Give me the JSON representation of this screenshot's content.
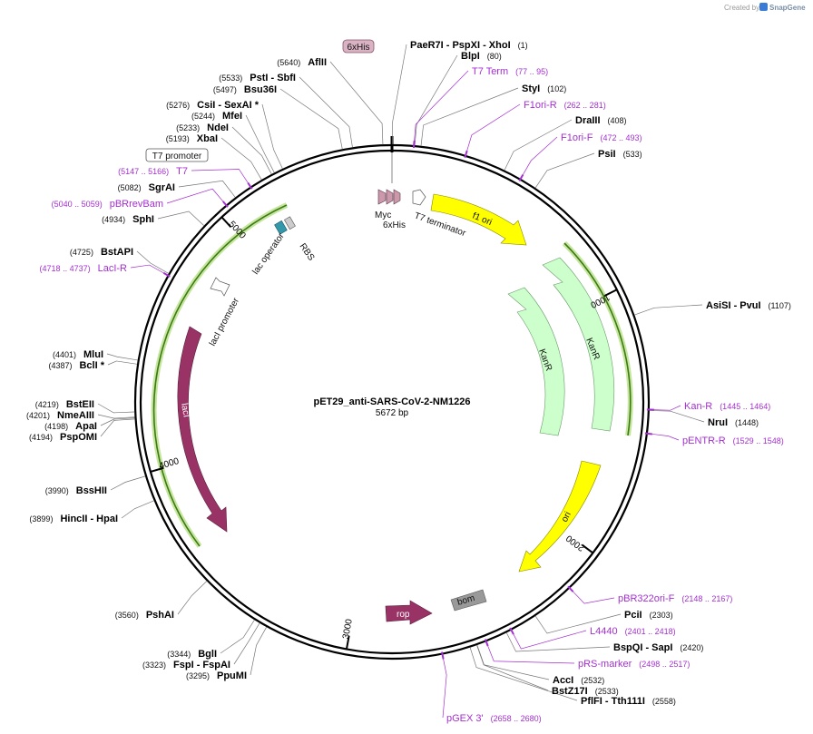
{
  "credit": {
    "prefix": "Created by",
    "brand": "SnapGene"
  },
  "plasmid": {
    "name": "pET29_anti-SARS-CoV-2-NM1226",
    "length": "5672 bp",
    "length_bp": 5672
  },
  "ticks": [
    "1000",
    "2000",
    "3000",
    "4000",
    "5000"
  ],
  "enzymes": [
    {
      "pos": "(1)",
      "name": "PaeR7I - PspXI - XhoI"
    },
    {
      "pos": "(80)",
      "name": "BlpI"
    },
    {
      "pos": "(102)",
      "name": "StyI"
    },
    {
      "pos": "(408)",
      "name": "DraIII"
    },
    {
      "pos": "(533)",
      "name": "PsiI"
    },
    {
      "pos": "(1107)",
      "name": "AsiSI - PvuI"
    },
    {
      "pos": "(1448)",
      "name": "NruI"
    },
    {
      "pos": "(2303)",
      "name": "PciI"
    },
    {
      "pos": "(2420)",
      "name": "BspQI - SapI"
    },
    {
      "pos": "(2532)",
      "name": "AccI"
    },
    {
      "pos": "(2533)",
      "name": "BstZ17I"
    },
    {
      "pos": "(2558)",
      "name": "PflFI - Tth111I"
    },
    {
      "pos": "(3295)",
      "name": "PpuMI"
    },
    {
      "pos": "(3323)",
      "name": "FspI - FspAI"
    },
    {
      "pos": "(3344)",
      "name": "BglI"
    },
    {
      "pos": "(3560)",
      "name": "PshAI"
    },
    {
      "pos": "(3899)",
      "name": "HincII - HpaI"
    },
    {
      "pos": "(3990)",
      "name": "BssHII"
    },
    {
      "pos": "(4194)",
      "name": "PspOMI"
    },
    {
      "pos": "(4198)",
      "name": "ApaI"
    },
    {
      "pos": "(4201)",
      "name": "NmeAIII"
    },
    {
      "pos": "(4219)",
      "name": "BstEII"
    },
    {
      "pos": "(4387)",
      "name": "BclI *"
    },
    {
      "pos": "(4401)",
      "name": "MluI"
    },
    {
      "pos": "(4725)",
      "name": "BstAPI"
    },
    {
      "pos": "(4934)",
      "name": "SphI"
    },
    {
      "pos": "(5082)",
      "name": "SgrAI"
    },
    {
      "pos": "(5193)",
      "name": "XbaI"
    },
    {
      "pos": "(5233)",
      "name": "NdeI"
    },
    {
      "pos": "(5244)",
      "name": "MfeI"
    },
    {
      "pos": "(5276)",
      "name": "CsiI - SexAI *"
    },
    {
      "pos": "(5497)",
      "name": "Bsu36I"
    },
    {
      "pos": "(5533)",
      "name": "PstI - SbfI"
    },
    {
      "pos": "(5640)",
      "name": "AflII"
    }
  ],
  "primers": [
    {
      "name": "T7 Term",
      "range": "(77 .. 95)"
    },
    {
      "name": "F1ori-R",
      "range": "(262 .. 281)"
    },
    {
      "name": "F1ori-F",
      "range": "(472 .. 493)"
    },
    {
      "name": "Kan-R",
      "range": "(1445 .. 1464)"
    },
    {
      "name": "pENTR-R",
      "range": "(1529 .. 1548)"
    },
    {
      "name": "pBR322ori-F",
      "range": "(2148 .. 2167)"
    },
    {
      "name": "L4440",
      "range": "(2401 .. 2418)"
    },
    {
      "name": "pRS-marker",
      "range": "(2498 .. 2517)"
    },
    {
      "name": "pGEX 3'",
      "range": "(2658 .. 2680)"
    },
    {
      "name": "LacI-R",
      "range": "(4718 .. 4737)"
    },
    {
      "name": "pBRrevBam",
      "range": "(5040 .. 5059)"
    },
    {
      "name": "T7",
      "range": "(5147 .. 5166)"
    }
  ],
  "boxed_labels": {
    "his_tag": "6xHis",
    "t7_promoter": "T7 promoter"
  },
  "features": {
    "f1_ori": "f1 ori",
    "kanr_outer": "KanR",
    "kanr_inner": "KanR",
    "ori": "ori",
    "bom": "bom",
    "rop": "rop",
    "laci": "lacI",
    "laci_promoter": "lacI promoter",
    "lac_operator": "lac operator",
    "rbs": "RBS",
    "myc": "Myc",
    "his_small": "6xHis",
    "t7_terminator": "T7 terminator"
  },
  "colors": {
    "backbone": "#000000",
    "primer": "#a52fd1",
    "f1_ori": "#ffff00",
    "ori": "#ffff00",
    "kanr": "#ccffcc",
    "laci": "#993366",
    "rop": "#993366",
    "bom": "#999999",
    "orf_track": "#66aa22",
    "lac_operator": "#3399aa",
    "tag": "#cc99aa"
  }
}
